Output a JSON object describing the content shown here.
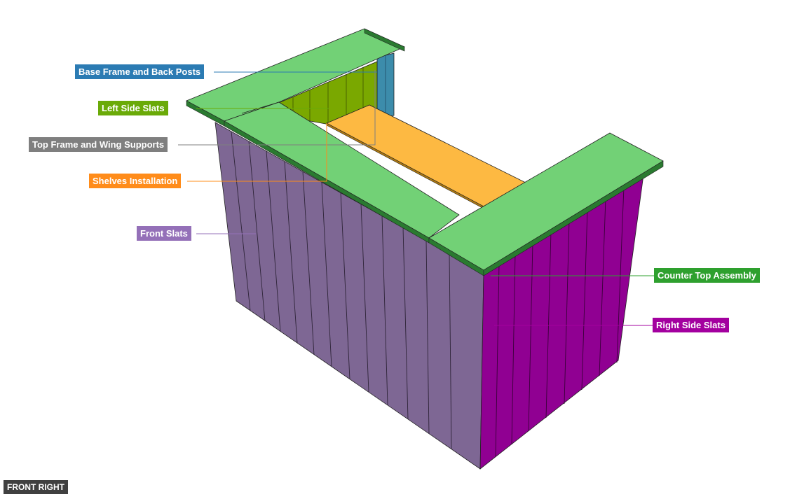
{
  "labels": {
    "base_frame": "Base Frame and Back Posts",
    "left_side_slats": "Left Side Slats",
    "top_frame": "Top Frame and Wing Supports",
    "shelves": "Shelves Installation",
    "front_slats": "Front Slats",
    "counter_top": "Counter Top Assembly",
    "right_side_slats": "Right Side Slats"
  },
  "view": "FRONT RIGHT",
  "colors": {
    "base_frame": "#2b7bb3",
    "left_side_slats": "#6aaa08",
    "top_frame": "#7f7f7f",
    "shelves": "#ff8c1a",
    "front_slats": "#9470b8",
    "counter_top": "#2ea02e",
    "right_side_slats": "#a3009f",
    "counter_surface": "#72d176",
    "shelf_surface": "#fdb942",
    "front_face": "#7e6794",
    "right_face": "#900092",
    "left_inner": "#7aa800",
    "back_post": "#3c8cab"
  }
}
